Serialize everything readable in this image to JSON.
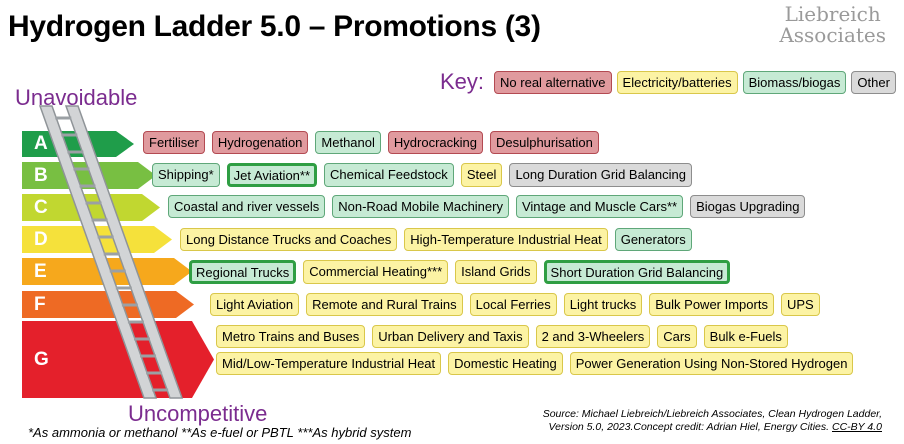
{
  "title": "Hydrogen Ladder 5.0 – Promotions (3)",
  "logo": {
    "line1": "Liebreich",
    "line2": "Associates"
  },
  "axis": {
    "top": "Unavoidable",
    "bottom": "Uncompetitive"
  },
  "key": {
    "title": "Key:",
    "items": [
      {
        "label": "No real alternative",
        "color": "#e09a9e"
      },
      {
        "label": "Electricity/batteries",
        "color": "#fcf3a4"
      },
      {
        "label": "Biomass/biogas",
        "color": "#c6ead4"
      },
      {
        "label": "Other",
        "color": "#dadada"
      }
    ]
  },
  "rungs": [
    {
      "letter": "A",
      "color": "#1f9d4a",
      "rows": [
        [
          {
            "label": "Fertiliser",
            "cat": "red"
          },
          {
            "label": "Hydrogenation",
            "cat": "red"
          },
          {
            "label": "Methanol",
            "cat": "green"
          },
          {
            "label": "Hydrocracking",
            "cat": "red"
          },
          {
            "label": "Desulphurisation",
            "cat": "red"
          }
        ]
      ]
    },
    {
      "letter": "B",
      "color": "#78bf42",
      "rows": [
        [
          {
            "label": "Shipping*",
            "cat": "green"
          },
          {
            "label": "Jet Aviation**",
            "cat": "green",
            "promoted": true
          },
          {
            "label": "Chemical Feedstock",
            "cat": "green"
          },
          {
            "label": "Steel",
            "cat": "yellow"
          },
          {
            "label": "Long Duration Grid Balancing",
            "cat": "grey"
          }
        ]
      ]
    },
    {
      "letter": "C",
      "color": "#c1d730",
      "rows": [
        [
          {
            "label": "Coastal and river vessels",
            "cat": "green"
          },
          {
            "label": "Non-Road Mobile Machinery",
            "cat": "green"
          },
          {
            "label": "Vintage and Muscle Cars**",
            "cat": "green"
          },
          {
            "label": "Biogas Upgrading",
            "cat": "grey"
          }
        ]
      ]
    },
    {
      "letter": "D",
      "color": "#f5e13b",
      "rows": [
        [
          {
            "label": "Long Distance Trucks and Coaches",
            "cat": "yellow"
          },
          {
            "label": "High-Temperature Industrial Heat",
            "cat": "yellow"
          },
          {
            "label": "Generators",
            "cat": "green"
          }
        ]
      ]
    },
    {
      "letter": "E",
      "color": "#f6a81c",
      "rows": [
        [
          {
            "label": "Regional Trucks",
            "cat": "green",
            "promoted": true
          },
          {
            "label": "Commercial Heating***",
            "cat": "yellow"
          },
          {
            "label": "Island Grids",
            "cat": "yellow"
          },
          {
            "label": "Short Duration Grid Balancing",
            "cat": "green",
            "promoted": true
          }
        ]
      ]
    },
    {
      "letter": "F",
      "color": "#ee6a24",
      "rows": [
        [
          {
            "label": "Light Aviation",
            "cat": "yellow"
          },
          {
            "label": "Remote and Rural Trains",
            "cat": "yellow"
          },
          {
            "label": "Local Ferries",
            "cat": "yellow"
          },
          {
            "label": "Light trucks",
            "cat": "yellow"
          },
          {
            "label": "Bulk Power Imports",
            "cat": "yellow"
          },
          {
            "label": "UPS",
            "cat": "yellow"
          }
        ]
      ]
    },
    {
      "letter": "G",
      "color": "#e4202b",
      "rows": [
        [
          {
            "label": "Metro Trains and Buses",
            "cat": "yellow"
          },
          {
            "label": "Urban Delivery and Taxis",
            "cat": "yellow"
          },
          {
            "label": "2 and 3-Wheelers",
            "cat": "yellow"
          },
          {
            "label": "Cars",
            "cat": "yellow"
          },
          {
            "label": "Bulk e-Fuels",
            "cat": "yellow"
          }
        ],
        [
          {
            "label": "Mid/Low-Temperature Industrial Heat",
            "cat": "yellow"
          },
          {
            "label": "Domestic Heating",
            "cat": "yellow"
          },
          {
            "label": "Power Generation Using Non-Stored Hydrogen",
            "cat": "yellow"
          }
        ]
      ]
    }
  ],
  "footnote": "*As ammonia or methanol    **As e-fuel or PBTL    ***As hybrid system",
  "source": {
    "line1": "Source: Michael Liebreich/Liebreich Associates, Clean Hydrogen Ladder,",
    "line2": "Version 5.0, 2023.Concept credit: Adrian Hiel, Energy Cities.",
    "cc": "CC-BY 4.0"
  }
}
